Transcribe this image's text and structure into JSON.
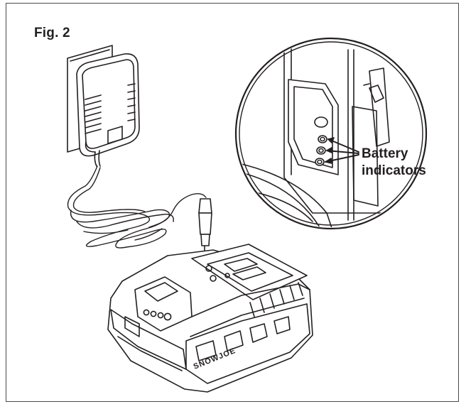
{
  "figure": {
    "title": "Fig. 2",
    "callout_line1": "Battery",
    "callout_line2": "indicators",
    "brand_mark": "SNOWJOE"
  },
  "colors": {
    "line": "#231f20",
    "fill": "#ffffff",
    "shade": "#d9d9d9"
  },
  "icons": [
    "wall-adapter-icon",
    "coiled-cord-icon",
    "dc-plug-icon",
    "battery-pack-icon",
    "magnifier-inset-icon"
  ]
}
